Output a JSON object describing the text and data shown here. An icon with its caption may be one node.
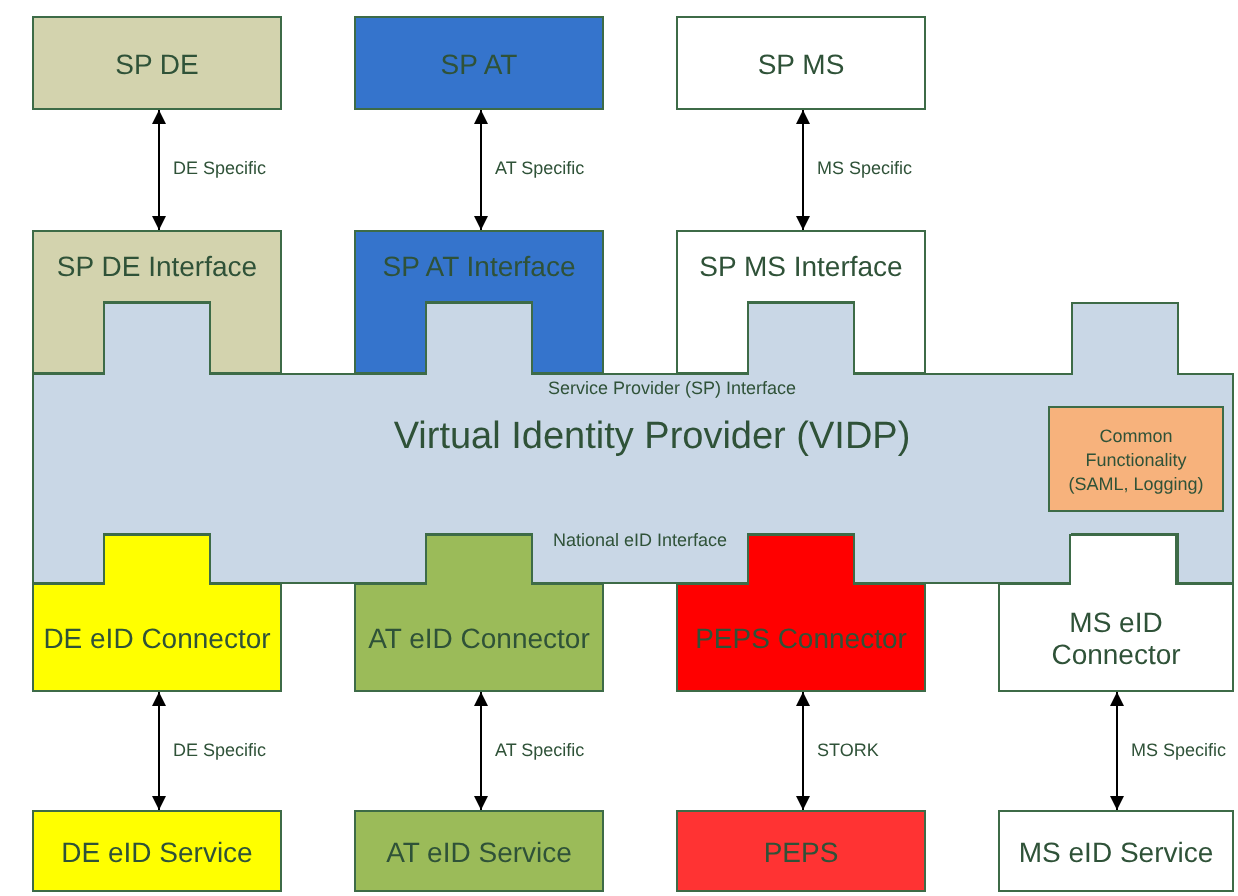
{
  "diagram": {
    "nodes": [
      {
        "text": [
          "SP DE"
        ]
      },
      {
        "text": [
          "SP AT"
        ]
      },
      {
        "text": [
          "SP MS"
        ]
      },
      {
        "text": [
          "SP DE Interface"
        ]
      },
      {
        "text": [
          "SP AT Interface"
        ]
      },
      {
        "text": [
          "SP MS Interface"
        ]
      },
      {
        "text": [
          "Service Provider (SP) Interface",
          "Virtual Identity Provider (VIDP)",
          "National eID Interface"
        ]
      },
      {
        "text": [
          "Common Functionality (SAML, Logging)"
        ],
        "in": 6
      },
      {
        "text": [
          "DE eID Connector"
        ]
      },
      {
        "text": [
          "AT eID Connector"
        ]
      },
      {
        "text": [
          "PEPS Connector"
        ]
      },
      {
        "text": [
          "MS eID Connector"
        ]
      },
      {
        "text": [
          "DE eID Service"
        ]
      },
      {
        "text": [
          "AT eID Service"
        ]
      },
      {
        "text": [
          "PEPS"
        ]
      },
      {
        "text": [
          "MS eID Service"
        ]
      }
    ],
    "edges": [
      {
        "from": 0,
        "to": 3,
        "arrow": "both",
        "label": "DE Specific"
      },
      {
        "from": 1,
        "to": 4,
        "arrow": "both",
        "label": "AT Specific"
      },
      {
        "from": 2,
        "to": 5,
        "arrow": "both",
        "label": "MS Specific"
      },
      {
        "from": 8,
        "to": 12,
        "arrow": "both",
        "label": "DE Specific"
      },
      {
        "from": 9,
        "to": 13,
        "arrow": "both",
        "label": "AT Specific"
      },
      {
        "from": 10,
        "to": 14,
        "arrow": "both",
        "label": "STORK"
      },
      {
        "from": 11,
        "to": 15,
        "arrow": "both",
        "label": "MS Specific"
      }
    ]
  }
}
